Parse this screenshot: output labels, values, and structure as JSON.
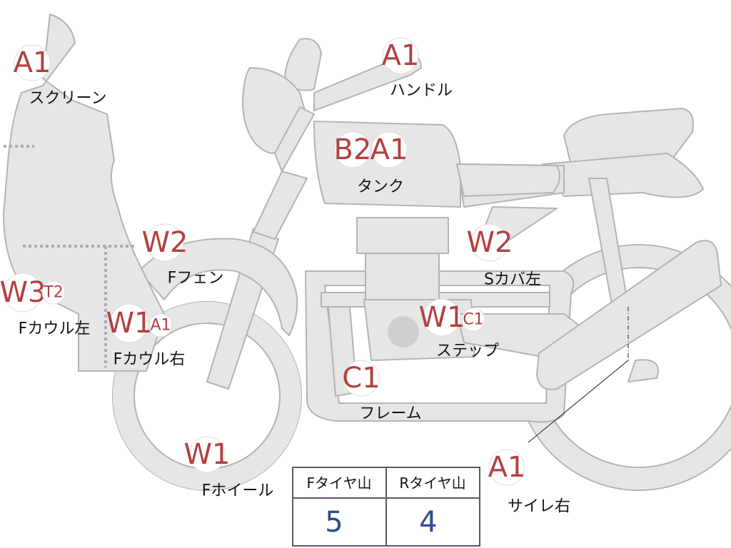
{
  "parts": [
    {
      "key": "screen",
      "label": "スクリーン",
      "grades": [
        "A1"
      ]
    },
    {
      "key": "handle",
      "label": "ハンドル",
      "grades": [
        "A1"
      ]
    },
    {
      "key": "tank",
      "label": "タンク",
      "grades": [
        "B2",
        "A1"
      ]
    },
    {
      "key": "front-fender",
      "label": "Fフェン",
      "grades": [
        "W2"
      ]
    },
    {
      "key": "side-cover-left",
      "label": "Sカバ左",
      "grades": [
        "W2"
      ]
    },
    {
      "key": "front-cowl-left",
      "label": "Fカウル左",
      "grades": [
        "W3",
        "T2"
      ]
    },
    {
      "key": "front-cowl-right",
      "label": "Fカウル右",
      "grades": [
        "W1",
        "A1"
      ]
    },
    {
      "key": "step",
      "label": "ステップ",
      "grades": [
        "W1",
        "C1"
      ]
    },
    {
      "key": "frame",
      "label": "フレーム",
      "grades": [
        "C1"
      ]
    },
    {
      "key": "front-wheel",
      "label": "Fホイール",
      "grades": [
        "W1"
      ]
    },
    {
      "key": "muffler-right",
      "label": "サイレ右",
      "grades": [
        "A1"
      ]
    }
  ],
  "tire_table": {
    "headers": [
      "Fタイヤ山",
      "Rタイヤ山"
    ],
    "values": [
      "5",
      "4"
    ]
  },
  "colors": {
    "grade_text": "#b24141",
    "table_value": "#2f4a8f",
    "body_fill": "#e6e6e6",
    "body_outline": "#b4b4b4"
  }
}
